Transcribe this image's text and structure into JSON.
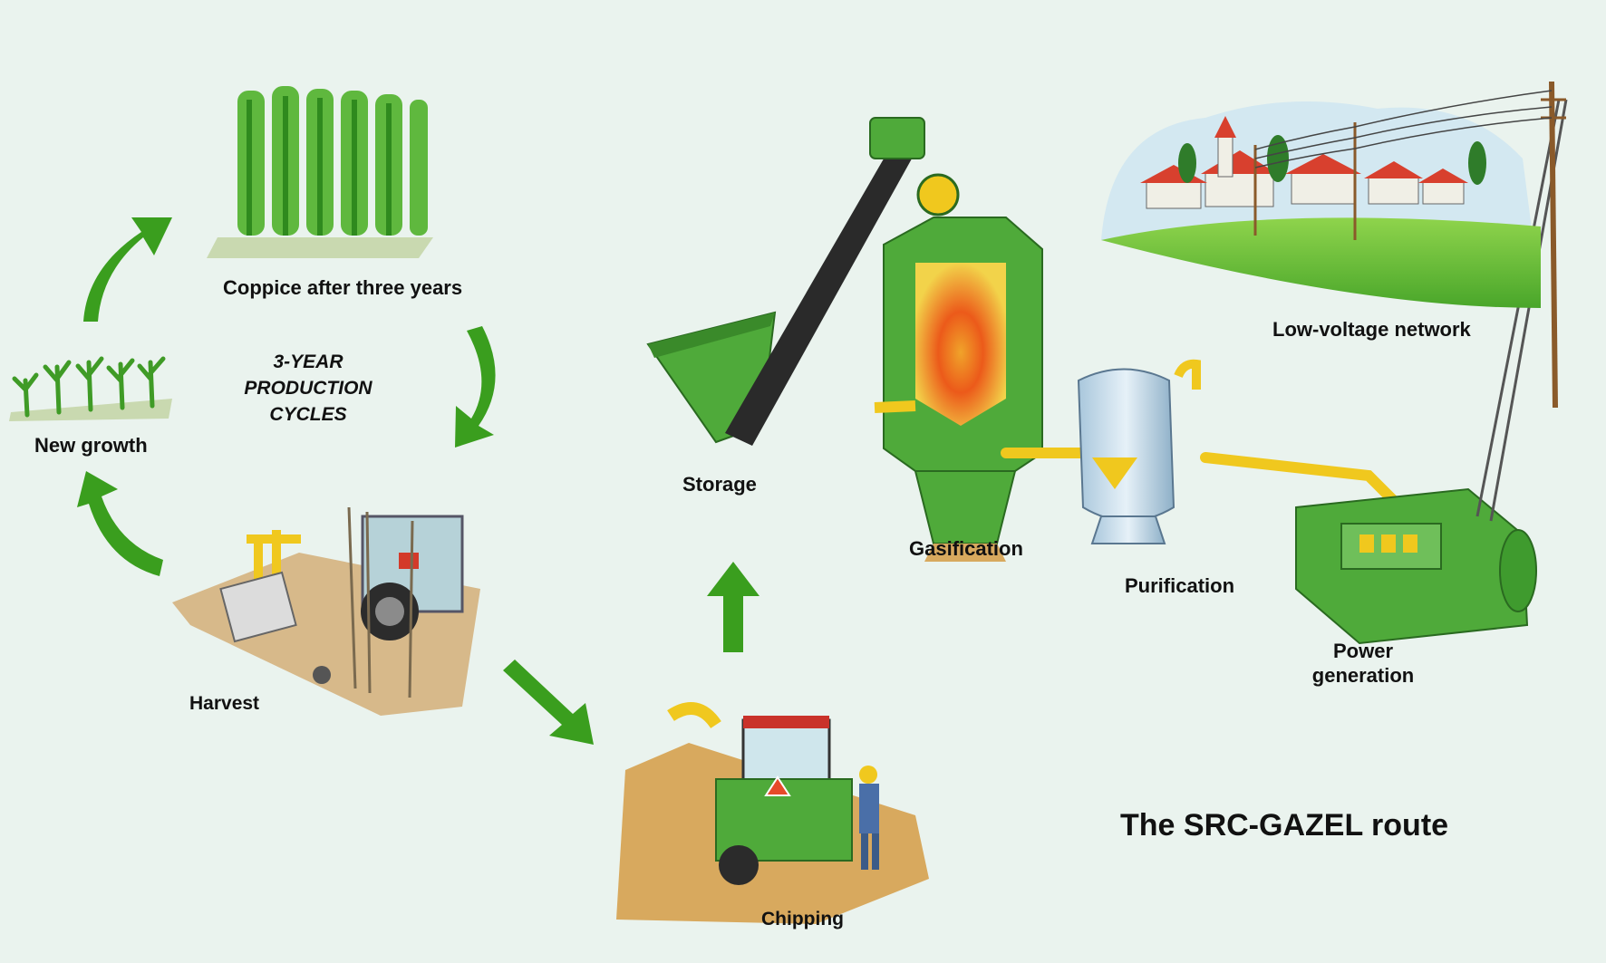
{
  "title": "The SRC-GAZEL route",
  "cycle_label": {
    "line1": "3-YEAR",
    "line2": "PRODUCTION",
    "line3": "CYCLES"
  },
  "labels": {
    "coppice": "Coppice after three years",
    "new_growth": "New growth",
    "harvest": "Harvest",
    "chipping": "Chipping",
    "storage": "Storage",
    "gasification": "Gasification",
    "purification": "Purification",
    "power_line1": "Power",
    "power_line2": "generation",
    "network": "Low-voltage network"
  },
  "colors": {
    "background": "#eaf3ee",
    "arrow_green": "#3a9e1e",
    "machine_green": "#4faa3a",
    "pipe_yellow": "#f0c81e",
    "fire_orange": "#f06a1a",
    "roof_red": "#d8402e"
  }
}
